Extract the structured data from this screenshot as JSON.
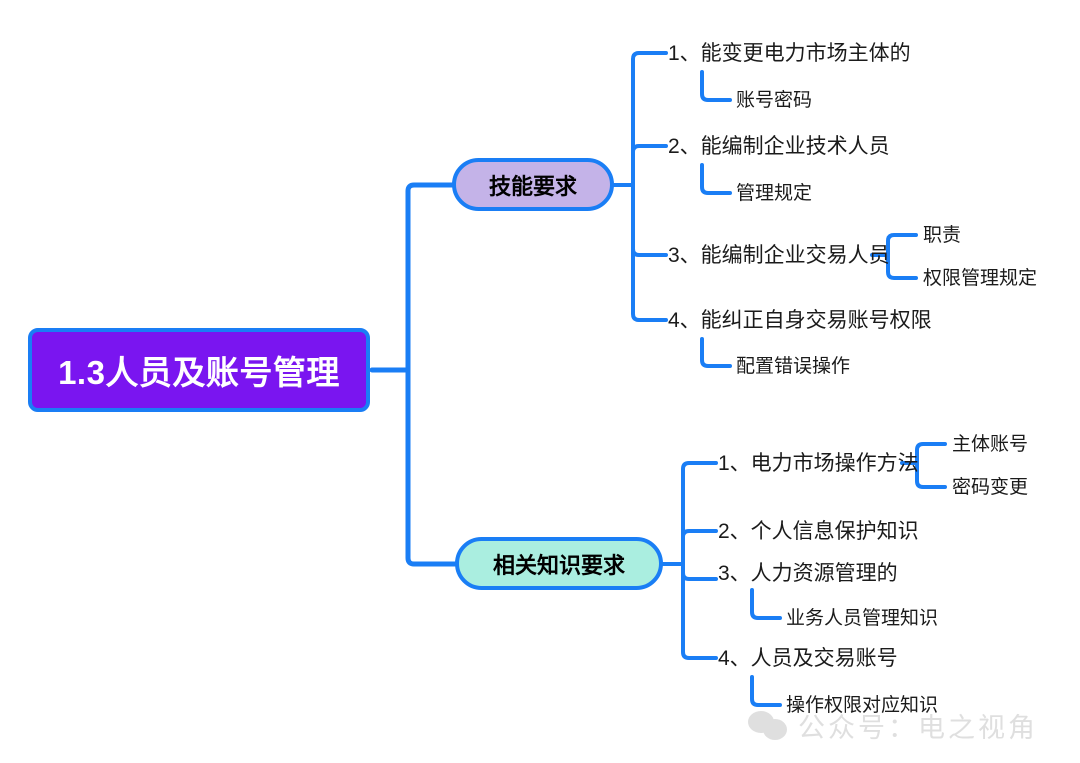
{
  "root": {
    "label": "1.3人员及账号管理",
    "fill": "#7a15f0",
    "stroke": "#1a7ef5",
    "text_color": "#ffffff"
  },
  "branches": [
    {
      "id": "skill",
      "label": "技能要求",
      "fill": "#c4b3e8",
      "stroke": "#1a7ef5",
      "items": [
        {
          "label": "1、能变更电力市场主体的",
          "children": [
            "账号密码"
          ]
        },
        {
          "label": "2、能编制企业技术人员",
          "children": [
            "管理规定"
          ]
        },
        {
          "label": "3、能编制企业交易人员",
          "children": [
            "职责",
            "权限管理规定"
          ]
        },
        {
          "label": "4、能纠正自身交易账号权限",
          "children": [
            "配置错误操作"
          ]
        }
      ]
    },
    {
      "id": "knowledge",
      "label": "相关知识要求",
      "fill": "#aaeee0",
      "stroke": "#1a7ef5",
      "items": [
        {
          "label": "1、电力市场操作方法",
          "children": [
            "主体账号",
            "密码变更"
          ]
        },
        {
          "label": "2、个人信息保护知识",
          "children": []
        },
        {
          "label": "3、人力资源管理的",
          "children": [
            "业务人员管理知识"
          ]
        },
        {
          "label": "4、人员及交易账号",
          "children": [
            "操作权限对应知识"
          ]
        }
      ]
    }
  ],
  "connector": {
    "color": "#1a7ef5",
    "trunk_width": 5,
    "branch_width": 4
  },
  "watermark": {
    "text": "公众号：电之视角",
    "icon": "wechat-icon",
    "color": "#b9b9b9"
  }
}
